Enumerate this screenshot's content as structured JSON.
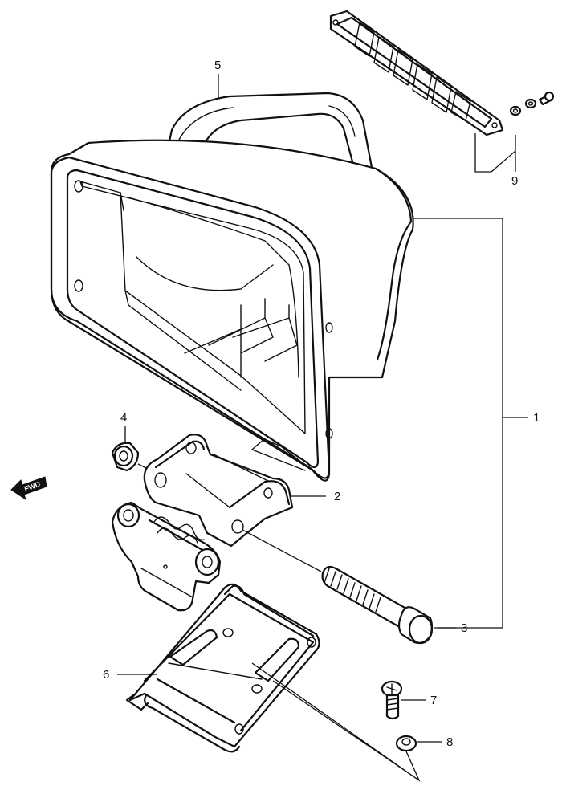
{
  "callouts": {
    "c1": "1",
    "c2": "2",
    "c3": "3",
    "c4": "4",
    "c5": "5",
    "c6": "6",
    "c7": "7",
    "c8": "8",
    "c9": "9"
  },
  "direction_label": "FWD",
  "colors": {
    "line": "#111111",
    "background": "#ffffff"
  }
}
